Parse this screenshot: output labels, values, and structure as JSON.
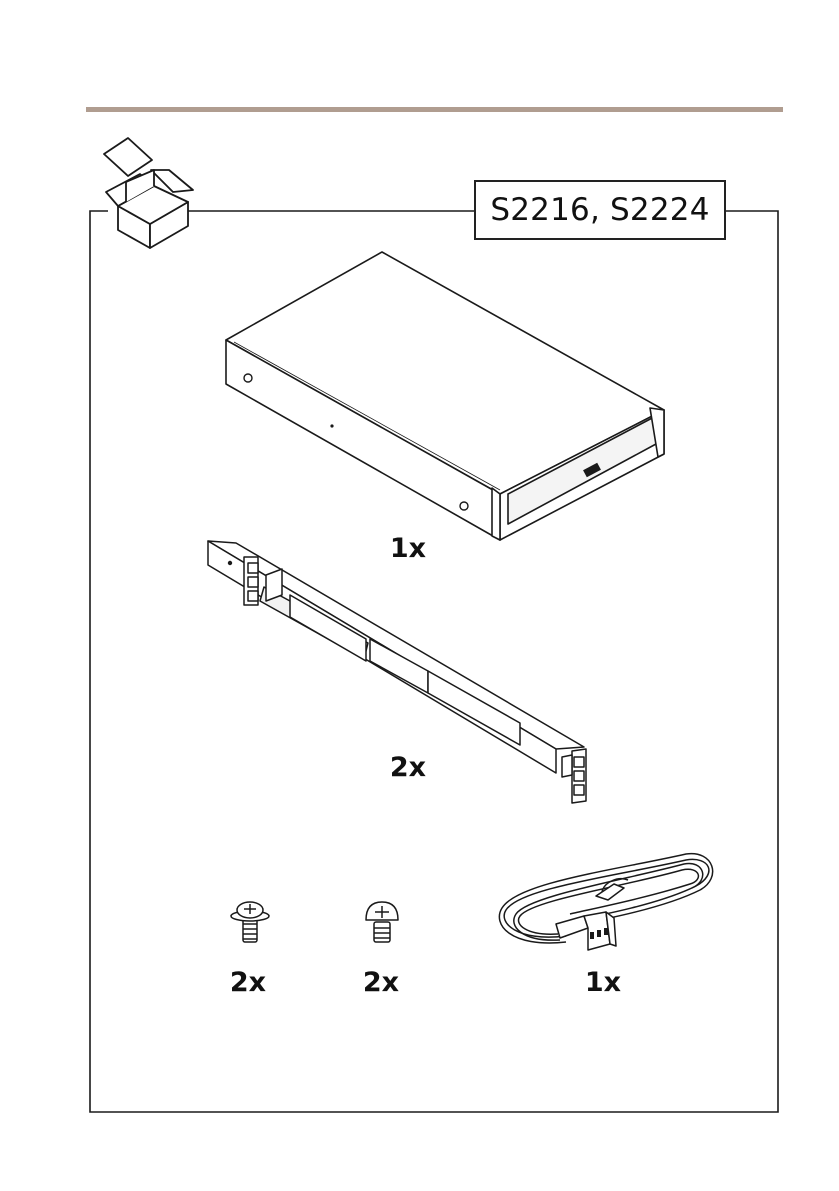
{
  "colors": {
    "rule": "#b09d90",
    "line": "#1a1a1a"
  },
  "header": {
    "model_label": "S2216, S2224"
  },
  "items": [
    {
      "name": "switch-unit",
      "quantity": "1x"
    },
    {
      "name": "rack-rail",
      "quantity": "2x"
    },
    {
      "name": "flat-screw",
      "quantity": "2x"
    },
    {
      "name": "pan-screw",
      "quantity": "2x"
    },
    {
      "name": "power-cord",
      "quantity": "1x"
    }
  ],
  "icons": {
    "box": "open-box-icon"
  }
}
